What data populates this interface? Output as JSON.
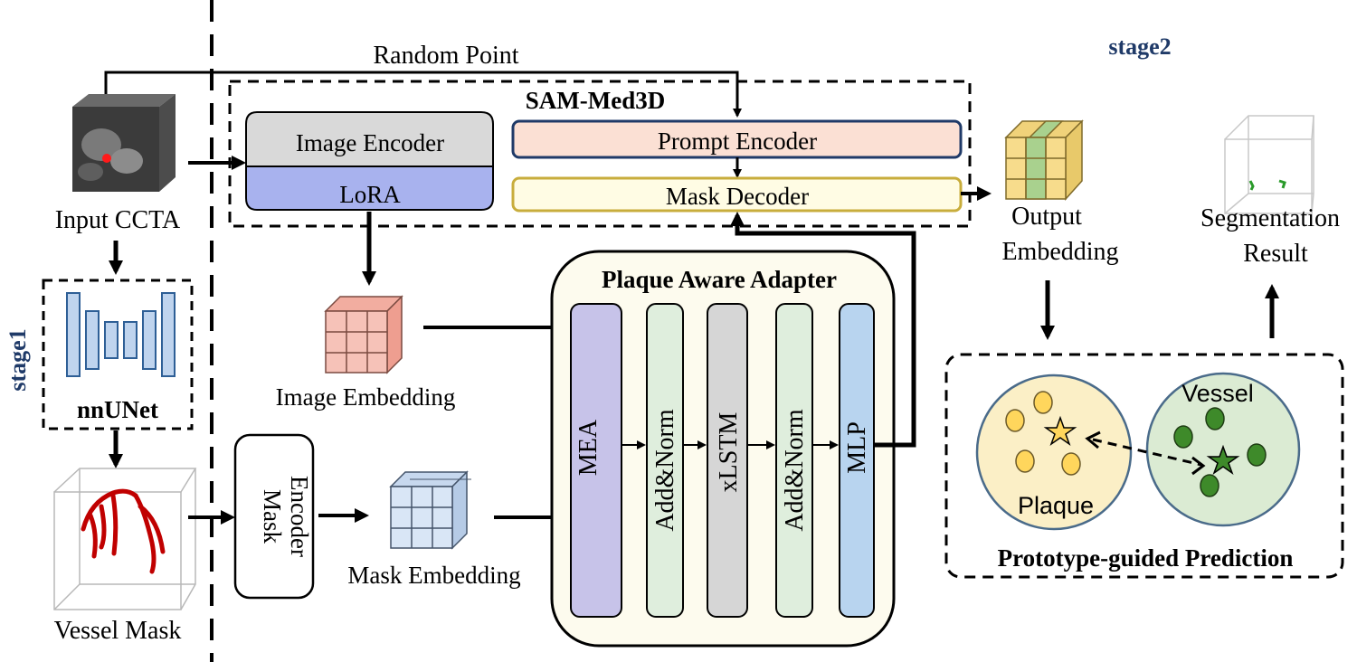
{
  "labels": {
    "random_point": "Random Point",
    "stage2": "stage2",
    "stage1": "stage1",
    "sam_med3d": "SAM-Med3D",
    "image_encoder": "Image Encoder",
    "lora": "LoRA",
    "prompt_encoder": "Prompt Encoder",
    "mask_decoder": "Mask Decoder",
    "input_ccta": "Input CCTA",
    "nnunet": "nnUNet",
    "vessel_mask": "Vessel Mask",
    "mask_encoder_line1": "Mask",
    "mask_encoder_line2": "Encoder",
    "mask_embedding": "Mask Embedding",
    "image_embedding": "Image Embedding",
    "output_embedding_line1": "Output",
    "output_embedding_line2": "Embedding",
    "segmentation_result_line1": "Segmentation",
    "segmentation_result_line2": "Result",
    "plaque_aware_adapter": "Plaque Aware Adapter",
    "mea": "MEA",
    "add_norm_1": "Add&Norm",
    "xlstm": "xLSTM",
    "add_norm_2": "Add&Norm",
    "mlp": "MLP",
    "vessel": "Vessel",
    "plaque": "Plaque",
    "prototype_guided_prediction": "Prototype-guided Prediction"
  },
  "colors": {
    "navy": "#1f3a68",
    "image_encoder_fill": "#d9d9d9",
    "lora_fill": "#a8b2ee",
    "prompt_encoder_fill": "#fbe0d4",
    "mask_decoder_fill": "#fffce4",
    "mask_decoder_stroke": "#c8ad3c",
    "adapter_fill": "#fdfbee",
    "mea_fill": "#c7c3e9",
    "add_norm_fill": "#dfeedd",
    "xlstm_fill": "#d6d6d6",
    "mlp_fill": "#b8d4ef",
    "plaque_circle": "#fbefc6",
    "vessel_circle": "#dbebd3",
    "plaque_dot": "#ffd65c",
    "vessel_dot": "#3e8a2a",
    "image_embed_cube": "#f6c2b8",
    "mask_embed_cube": "#d9e6f6",
    "output_embed_yellow": "#f7dc8c",
    "output_embed_green": "#a9d18e",
    "vessel_red": "#c00000"
  }
}
